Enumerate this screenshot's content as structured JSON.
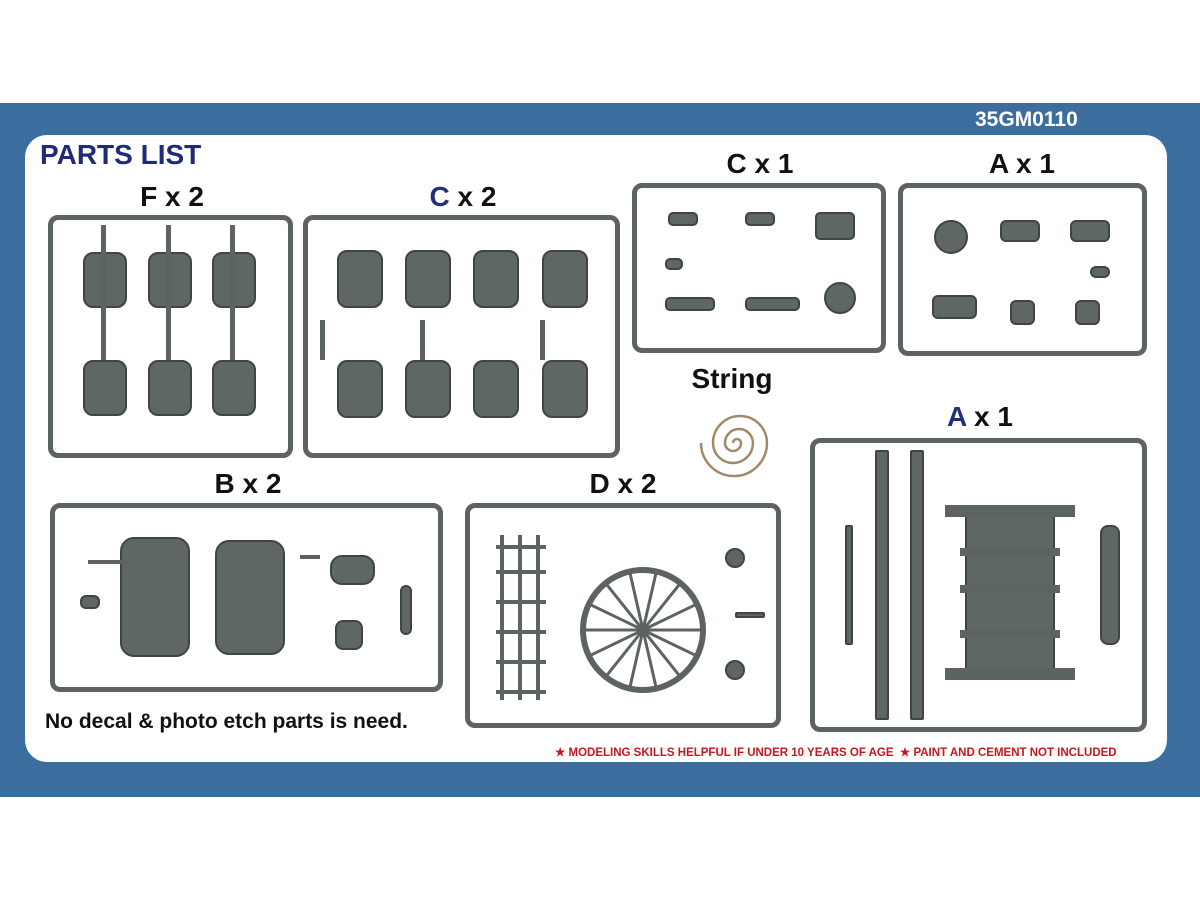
{
  "product_code": "35GM0110",
  "title": "PARTS LIST",
  "sprues": [
    {
      "letter": "F",
      "qty": "x 2"
    },
    {
      "letter": "C",
      "qty": "x 2"
    },
    {
      "letter": "C",
      "qty": "x 1"
    },
    {
      "letter": "A",
      "qty": "x 1"
    },
    {
      "letter": "A",
      "qty": "x 1"
    },
    {
      "letter": "B",
      "qty": "x 2"
    },
    {
      "letter": "D",
      "qty": "x 2"
    }
  ],
  "string_label": "String",
  "note": "No decal & photo etch parts is need.",
  "warnings": [
    "MODELING SKILLS HELPFUL IF UNDER 10 YEARS OF AGE",
    "PAINT AND CEMENT NOT INCLUDED"
  ],
  "colors": {
    "band": "#3b6e9e",
    "navy": "#1f2a78",
    "sprue": "#5d6460",
    "warning": "#c8161d"
  }
}
